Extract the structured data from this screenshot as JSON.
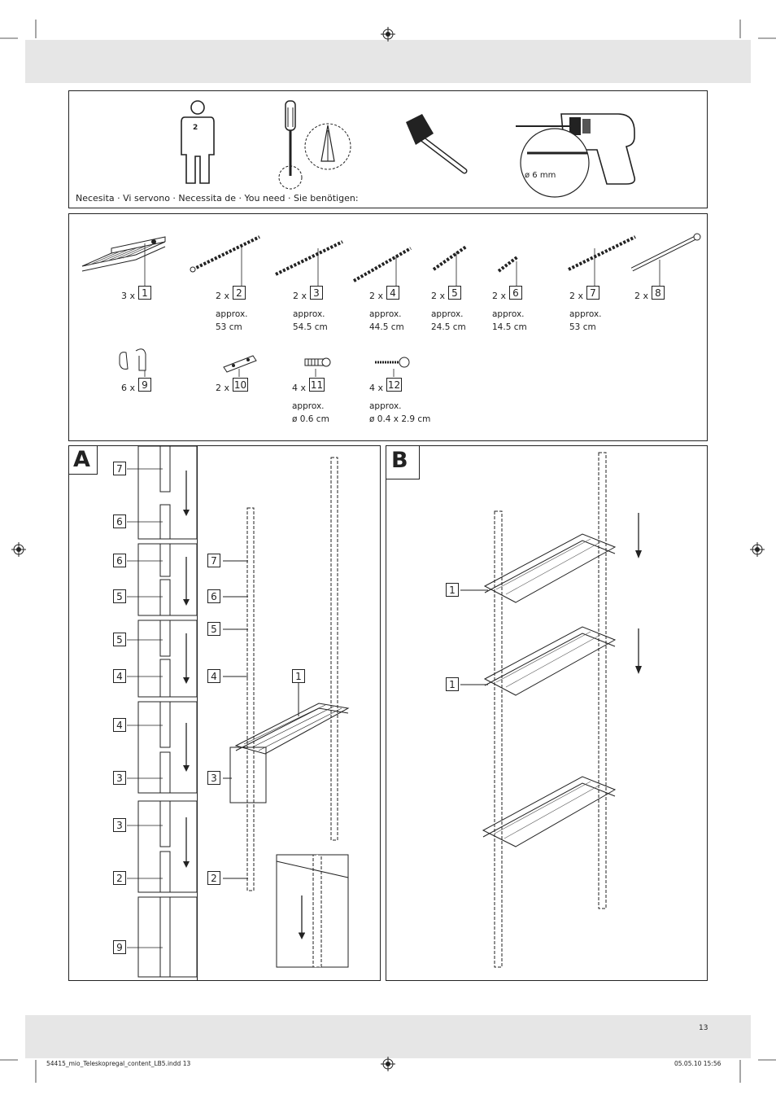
{
  "page_number": "13",
  "footer": {
    "file": "54415_mio_Teleskopregal_content_LB5.indd   13",
    "date": "05.05.10   15:56"
  },
  "tools": {
    "need_label": "Necesita · Vi servono · Necessita de · You need · Sie benötigen:",
    "persons": "2",
    "drill_bit": "ø 6 mm"
  },
  "parts": [
    {
      "qty": "3 x",
      "num": "1",
      "size1": "",
      "size2": ""
    },
    {
      "qty": "2 x",
      "num": "2",
      "size1": "approx.",
      "size2": "53 cm"
    },
    {
      "qty": "2 x",
      "num": "3",
      "size1": "approx.",
      "size2": "54.5 cm"
    },
    {
      "qty": "2 x",
      "num": "4",
      "size1": "approx.",
      "size2": "44.5 cm"
    },
    {
      "qty": "2 x",
      "num": "5",
      "size1": "approx.",
      "size2": "24.5 cm"
    },
    {
      "qty": "2 x",
      "num": "6",
      "size1": "approx.",
      "size2": "14.5 cm"
    },
    {
      "qty": "2 x",
      "num": "7",
      "size1": "approx.",
      "size2": "53 cm"
    },
    {
      "qty": "2 x",
      "num": "8",
      "size1": "",
      "size2": ""
    },
    {
      "qty": "6 x",
      "num": "9",
      "size1": "",
      "size2": ""
    },
    {
      "qty": "2 x",
      "num": "10",
      "size1": "",
      "size2": ""
    },
    {
      "qty": "4 x",
      "num": "11",
      "size1": "approx.",
      "size2": "ø 0.6 cm"
    },
    {
      "qty": "4 x",
      "num": "12",
      "size1": "approx.",
      "size2": "ø 0.4 x 2.9 cm"
    }
  ],
  "step_a": {
    "letter": "A",
    "steps": [
      {
        "top": "7",
        "bottom": "6"
      },
      {
        "top": "6",
        "bottom": "5"
      },
      {
        "top": "5",
        "bottom": "4"
      },
      {
        "top": "4",
        "bottom": "3"
      },
      {
        "top": "3",
        "bottom": "2"
      },
      {
        "top": "9",
        "bottom": ""
      }
    ],
    "pole_labels": [
      "7",
      "6",
      "5",
      "4",
      "3",
      "2"
    ],
    "shelf_label": "1"
  },
  "step_b": {
    "letter": "B",
    "shelf_labels": [
      "1",
      "1"
    ]
  }
}
